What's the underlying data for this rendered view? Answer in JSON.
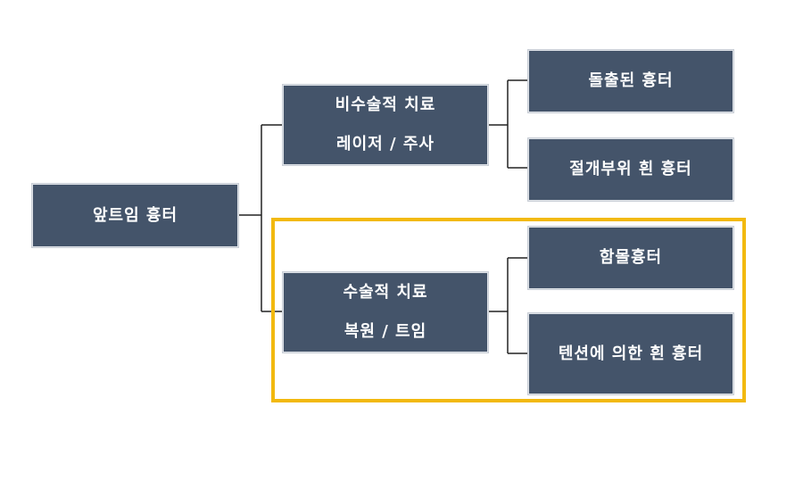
{
  "root": {
    "label": "앞트임 흉터"
  },
  "branches": [
    {
      "title": "비수술적 치료",
      "subtitle": "레이저 / 주사",
      "children": [
        "돌출된 흉터",
        "절개부위 흰 흉터"
      ]
    },
    {
      "title": "수술적 치료",
      "subtitle": "복원 / 트임",
      "children": [
        "함몰흉터",
        "텐션에 의한 흰 흉터"
      ]
    }
  ],
  "colors": {
    "node_fill": "#44546a",
    "node_text": "#ffffff",
    "connector": "#222222",
    "highlight": "#f2b90f"
  }
}
